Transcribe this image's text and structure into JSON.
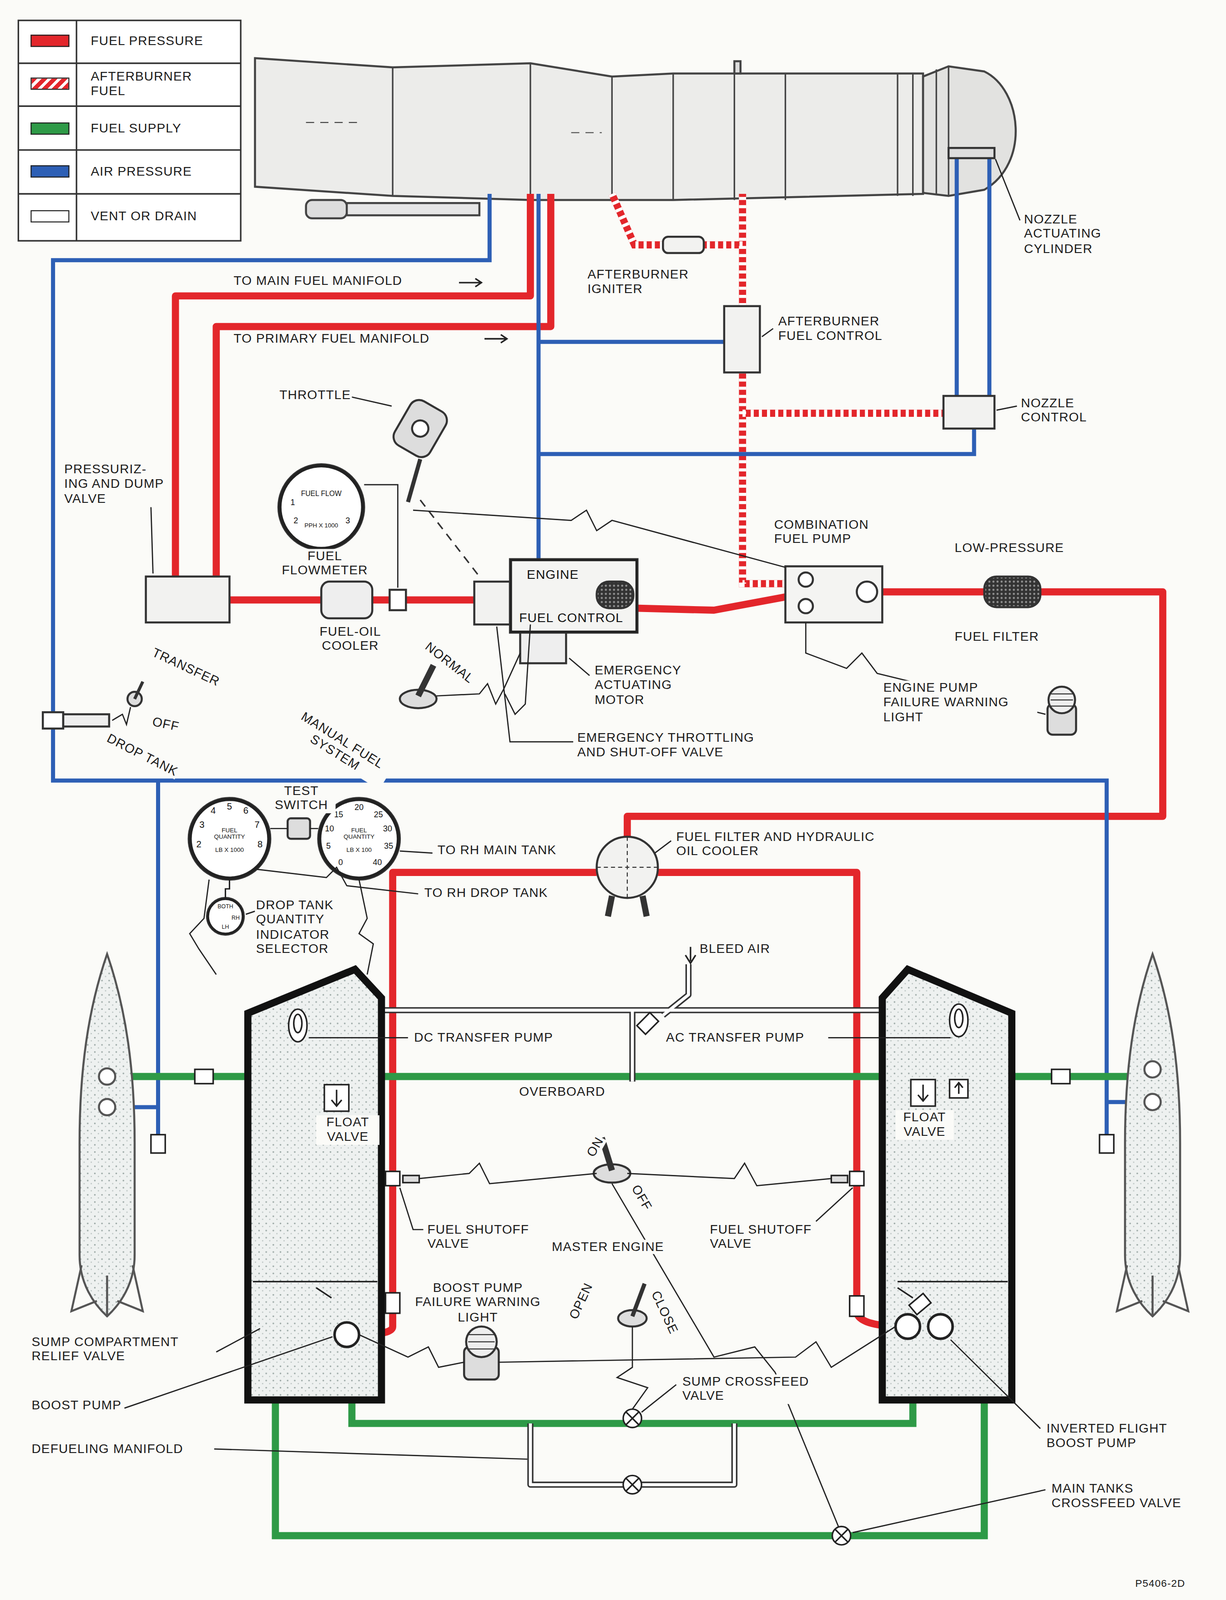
{
  "diagram": {
    "caption": "P5406-2D",
    "nodes": [
      {
        "text": [
          "FUEL FLOW",
          "PPH X 1000",
          "1",
          "2",
          "3"
        ]
      },
      {
        "text": [
          "ENGINE",
          "FUEL CONTROL"
        ]
      },
      {
        "text": [
          "FUEL QUANTITY",
          "LB X 1000",
          "2",
          "3",
          "4",
          "5",
          "6",
          "7",
          "8"
        ]
      },
      {
        "text": [
          "FUEL QUANTITY",
          "LB X 100",
          "0",
          "5",
          "10",
          "15",
          "20",
          "25",
          "30",
          "35",
          "40"
        ]
      },
      {
        "text": [
          "BOTH",
          "RH",
          "LH"
        ]
      }
    ],
    "edges": [
      {
        "from": 2,
        "to": 4,
        "arrow": "none"
      }
    ],
    "labels": [
      "TO MAIN FUEL MANIFOLD",
      "AFTERBURNER IGNITER",
      "NOZZLE ACTUATING CYLINDER",
      "AFTERBURNER FUEL CONTROL",
      "TO PRIMARY FUEL MANIFOLD",
      "THROTTLE",
      "NOZZLE CONTROL",
      "PRESSURIZ- ING AND DUMP VALVE",
      "COMBINATION FUEL PUMP",
      "LOW-PRESSURE",
      "FUEL FLOWMETER",
      "FUEL-OIL COOLER",
      "FUEL FILTER",
      "TRANSFER",
      "NORMAL",
      "EMERGENCY ACTUATING MOTOR",
      "ENGINE PUMP FAILURE WARNING LIGHT",
      "OFF",
      "DROP TANK",
      "MANUAL FUEL SYSTEM",
      "EMERGENCY THROTTLING AND SHUT-OFF VALVE",
      "TEST SWITCH",
      "FUEL FILTER AND HYDRAULIC OIL COOLER",
      "TO RH MAIN TANK",
      "TO RH DROP TANK",
      "DROP TANK QUANTITY INDICATOR SELECTOR",
      "BLEED AIR",
      "DC TRANSFER PUMP",
      "AC TRANSFER PUMP",
      "OVERBOARD",
      "FLOAT VALVE",
      "FLOAT VALVE",
      "ON",
      "OFF",
      "FUEL SHUTOFF VALVE",
      "MASTER ENGINE",
      "FUEL SHUTOFF VALVE",
      "BOOST PUMP FAILURE WARNING LIGHT",
      "OPEN",
      "CLOSE",
      "SUMP CROSSFEED VALVE",
      "SUMP COMPARTMENT RELIEF VALVE",
      "BOOST PUMP",
      "DEFUELING MANIFOLD",
      "INVERTED FLIGHT BOOST PUMP",
      "MAIN TANKS CROSSFEED VALVE"
    ],
    "legend": [
      {
        "text": "FUEL PRESSURE",
        "color": "#e3262b"
      },
      {
        "text": "AFTERBURNER FUEL"
      },
      {
        "text": "FUEL SUPPLY",
        "color": "#2e9a47"
      },
      {
        "text": "AIR PRESSURE",
        "color": "#2d5fb5"
      },
      {
        "text": "VENT OR DRAIN",
        "color": "#ffffff"
      }
    ]
  }
}
